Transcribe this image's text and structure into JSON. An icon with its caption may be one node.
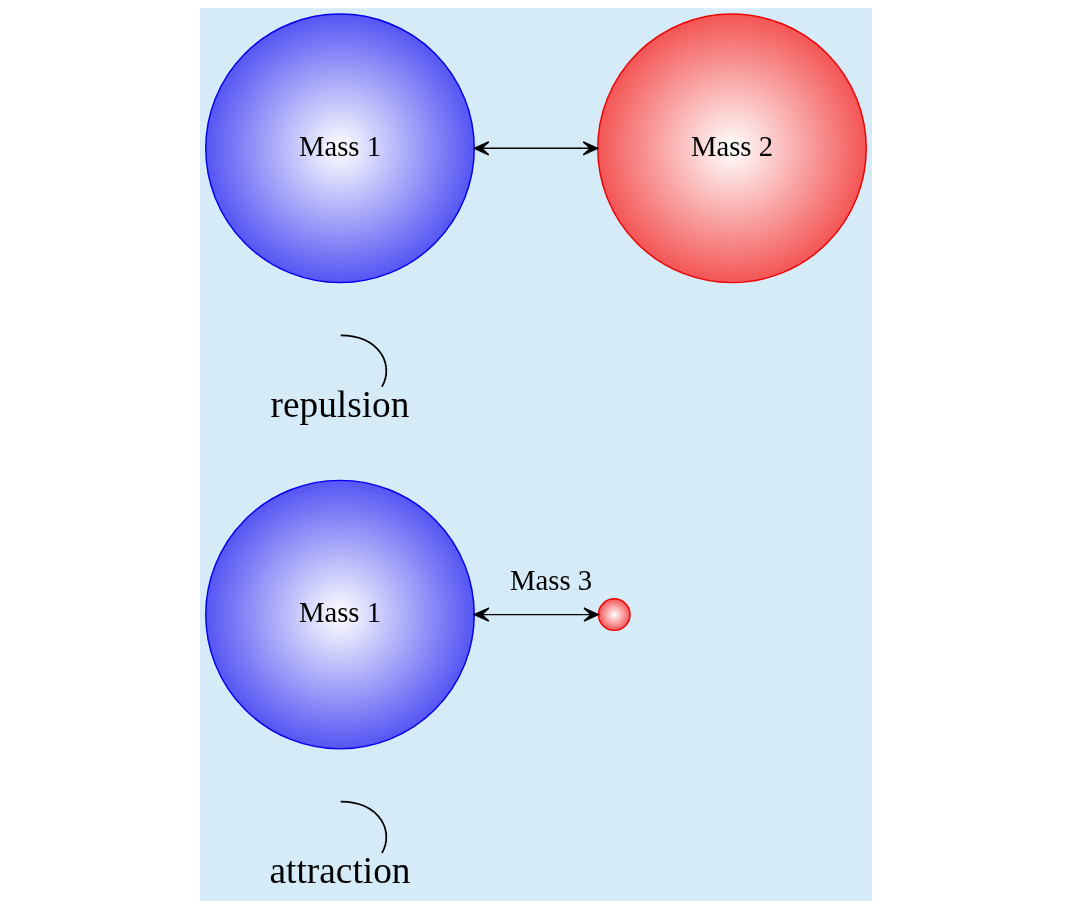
{
  "diagram": {
    "nodes": [
      {
        "text": [
          "Mass 1"
        ]
      },
      {
        "text": [
          "Mass 2"
        ]
      },
      {
        "text": [
          "Mass 1"
        ]
      },
      {
        "text": [],
        "shape": "circle",
        "beside": [
          "Mass 3"
        ]
      },
      {
        "text": [
          "repulsion"
        ]
      },
      {
        "text": [
          "attraction"
        ]
      }
    ],
    "edges": [
      {
        "from": 0,
        "to": 1,
        "arrow": "both"
      },
      {
        "from": 2,
        "to": 3,
        "arrow": "both"
      },
      {
        "from": 4,
        "to": null,
        "arrow": "none"
      },
      {
        "from": 5,
        "to": null,
        "arrow": "none"
      }
    ]
  }
}
